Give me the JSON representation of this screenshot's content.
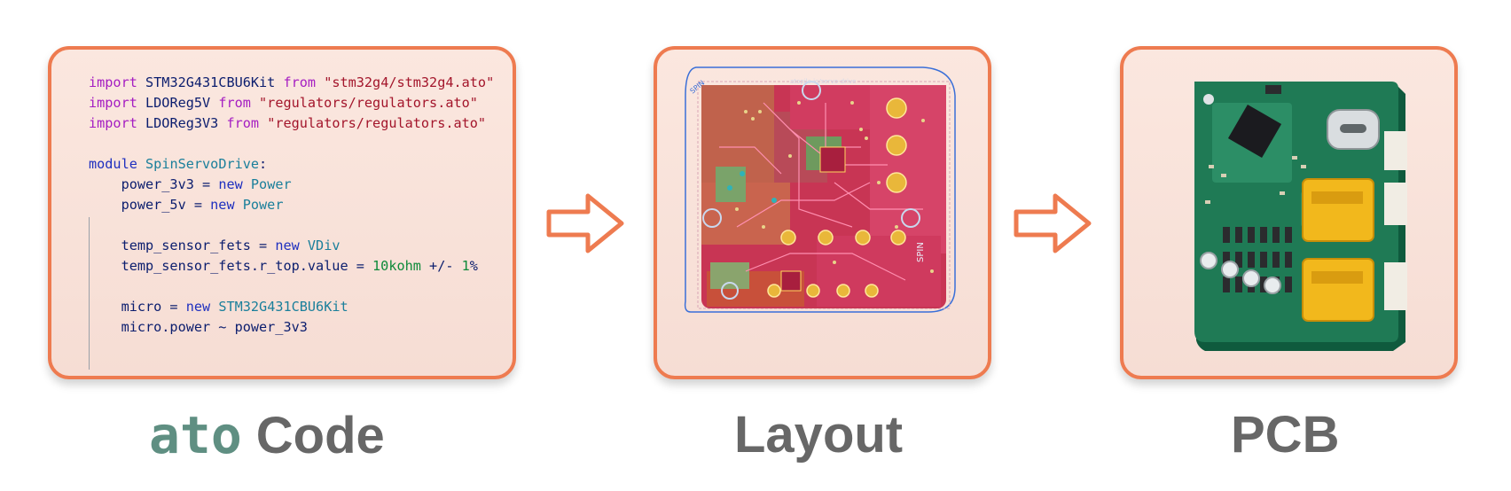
{
  "code_panel": {
    "lines": [
      [
        {
          "t": "import",
          "c": "kw-imp"
        },
        {
          "t": " STM32G431CBU6Kit ",
          "c": "ident"
        },
        {
          "t": "from",
          "c": "kw-from"
        },
        {
          "t": " \"stm32g4/stm32g4.ato\"",
          "c": "str"
        }
      ],
      [
        {
          "t": "import",
          "c": "kw-imp"
        },
        {
          "t": " LDOReg5V ",
          "c": "ident"
        },
        {
          "t": "from",
          "c": "kw-from"
        },
        {
          "t": " \"regulators/regulators.ato\"",
          "c": "str"
        }
      ],
      [
        {
          "t": "import",
          "c": "kw-imp"
        },
        {
          "t": " LDOReg3V3 ",
          "c": "ident"
        },
        {
          "t": "from",
          "c": "kw-from"
        },
        {
          "t": " \"regulators/regulators.ato\"",
          "c": "str"
        }
      ],
      [],
      [
        {
          "t": "module",
          "c": "kw-mod"
        },
        {
          "t": " ",
          "c": "ident"
        },
        {
          "t": "SpinServoDrive",
          "c": "type"
        },
        {
          "t": ":",
          "c": "ident"
        }
      ],
      [
        {
          "t": "    power_3v3 = ",
          "c": "ident"
        },
        {
          "t": "new",
          "c": "kw-mod"
        },
        {
          "t": " ",
          "c": "ident"
        },
        {
          "t": "Power",
          "c": "type"
        }
      ],
      [
        {
          "t": "    power_5v = ",
          "c": "ident"
        },
        {
          "t": "new",
          "c": "kw-mod"
        },
        {
          "t": " ",
          "c": "ident"
        },
        {
          "t": "Power",
          "c": "type"
        }
      ],
      [],
      [
        {
          "t": "    temp_sensor_fets = ",
          "c": "ident"
        },
        {
          "t": "new",
          "c": "kw-mod"
        },
        {
          "t": " ",
          "c": "ident"
        },
        {
          "t": "VDiv",
          "c": "type"
        }
      ],
      [
        {
          "t": "    temp_sensor_fets.r_top.value = ",
          "c": "ident"
        },
        {
          "t": "10kohm",
          "c": "num"
        },
        {
          "t": " +/- ",
          "c": "ident"
        },
        {
          "t": "1",
          "c": "num"
        },
        {
          "t": "%",
          "c": "ident"
        }
      ],
      [],
      [
        {
          "t": "    micro = ",
          "c": "ident"
        },
        {
          "t": "new",
          "c": "kw-mod"
        },
        {
          "t": " ",
          "c": "ident"
        },
        {
          "t": "STM32G431CBU6Kit",
          "c": "type"
        }
      ],
      [
        {
          "t": "    micro.power ~ power_3v3",
          "c": "ident"
        }
      ]
    ]
  },
  "labels": {
    "code_prefix": "ato",
    "code": "Code",
    "layout": "Layout",
    "pcb": "PCB"
  },
  "layout_panel": {
    "silk_text_top": "atopile.io/servo-drive",
    "silk_text_side": "SPIN",
    "silk_text_corner": "SPIN"
  },
  "colors": {
    "accent_border": "#ee7b50",
    "panel_bg": "#fbe7df",
    "label_gray": "#676767",
    "ato_green": "#5f8f82",
    "board_red": "#d8264f",
    "pcb_green": "#1f7a55",
    "connector_yellow": "#f2b81c"
  }
}
